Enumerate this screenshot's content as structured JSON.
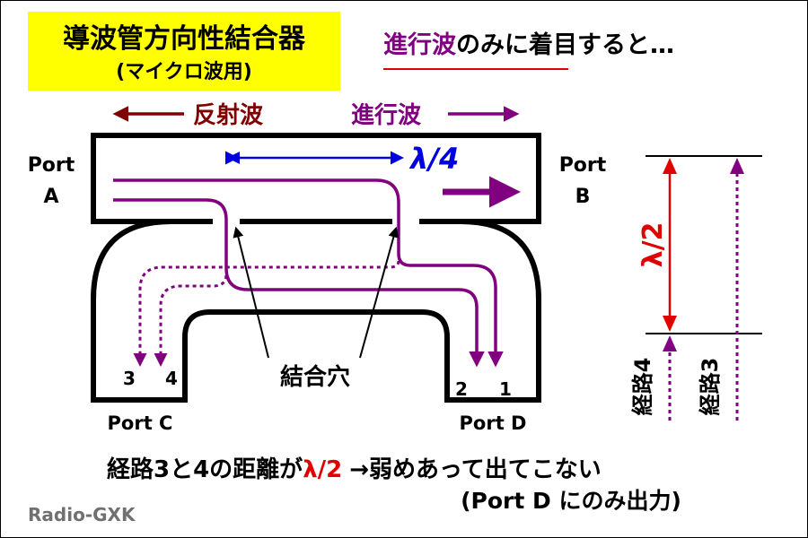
{
  "title": {
    "main": "導波管方向性結合器",
    "sub": "(マイクロ波用)",
    "bg_color": "#ffff00"
  },
  "heading": {
    "text_colored": "進行波",
    "text_rest": "のみに着目すると…",
    "underline_color": "#e00000"
  },
  "legend": {
    "reflected": "反射波",
    "forward": "進行波"
  },
  "ports": {
    "a_line1": "Port",
    "a_line2": "A",
    "b_line1": "Port",
    "b_line2": "B",
    "c": "Port C",
    "d": "Port D"
  },
  "annotations": {
    "quarter_wave": "λ/4",
    "coupling_holes": "結合穴",
    "half_wave": "λ/2",
    "path4": "経路4",
    "path3": "経路3",
    "num_1": "1",
    "num_2": "2",
    "num_3": "3",
    "num_4": "4"
  },
  "bottom": {
    "line1_pre": "経路3と4の距離が",
    "line1_lambda": "λ/2",
    "line1_post": "→弱めあって出てこない",
    "line2": "(Port D にのみ出力)"
  },
  "credit": "Radio-GXK",
  "colors": {
    "reflected": "#800000",
    "forward": "#800080",
    "blue": "#0000e0",
    "red": "#e00000",
    "gray": "#707070",
    "black": "#000000"
  }
}
